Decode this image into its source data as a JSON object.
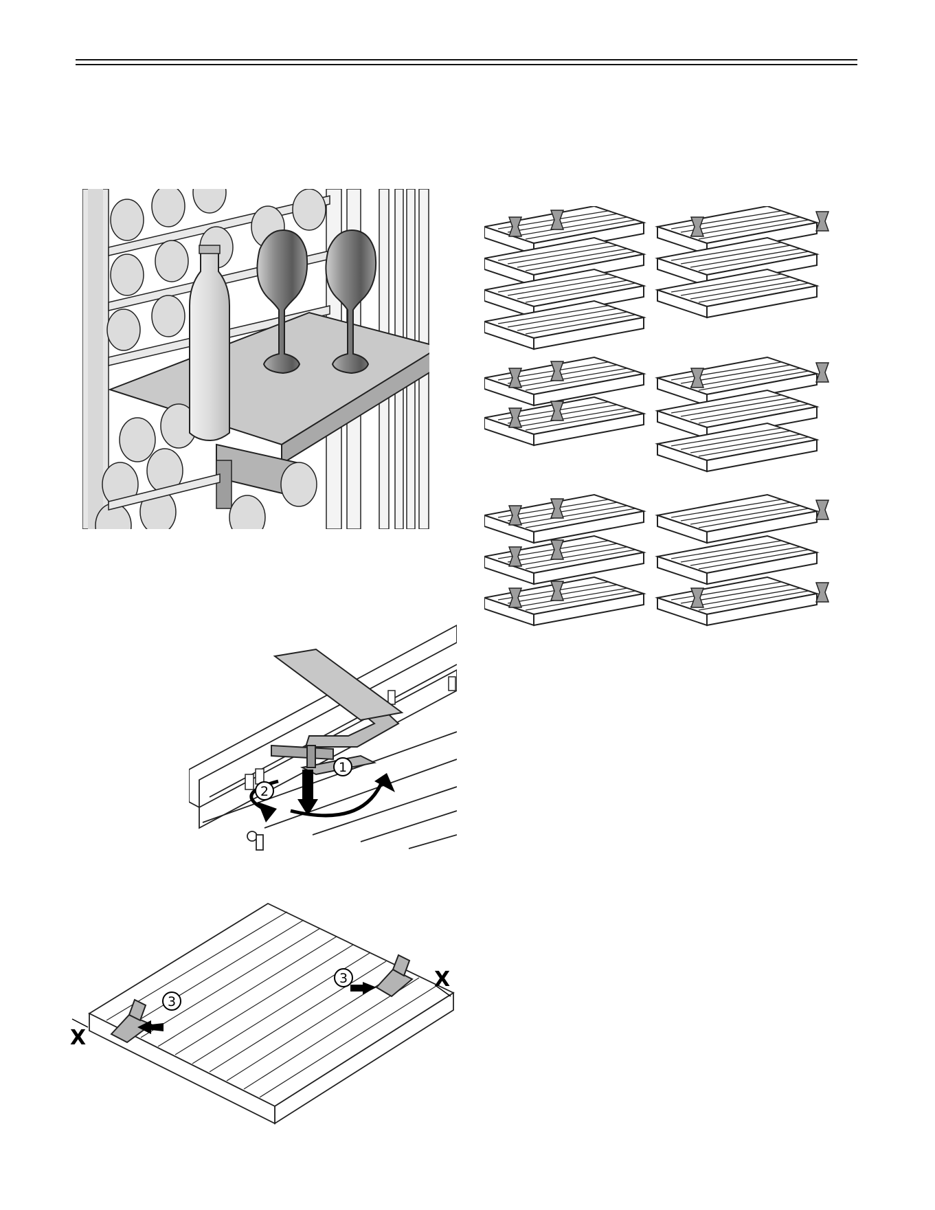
{
  "page": {
    "background": "#ffffff",
    "line_color": "#111111"
  },
  "figures": {
    "presentation_shelf": {
      "icon": "wine-bottle-and-glasses-on-shelf"
    },
    "shelf_configurations": {
      "icon": "shelf-stack-options"
    },
    "bottle_holder_fit": {
      "icon": "bottle-holder-clip",
      "callout_1": "1",
      "callout_2": "2"
    },
    "bottle_holder_position": {
      "icon": "shelf-with-bottle-holders",
      "callout_3": "3",
      "distance_label": "X"
    }
  },
  "footer": {
    "code": ""
  }
}
